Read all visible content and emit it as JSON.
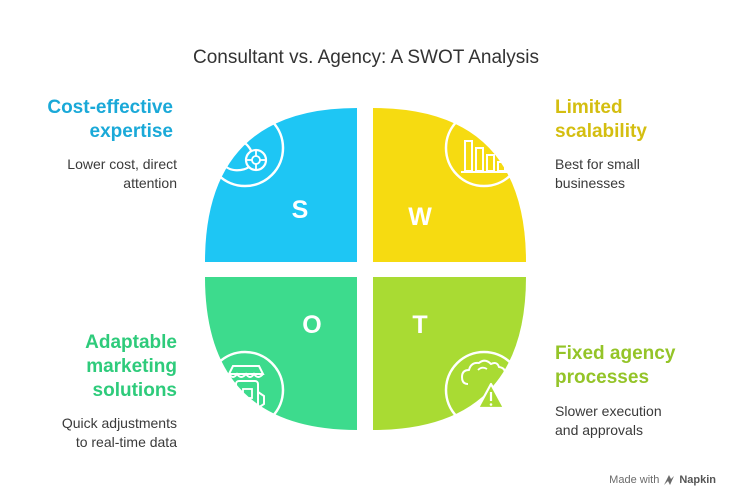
{
  "title": "Consultant vs. Agency: A SWOT Analysis",
  "colors": {
    "strength": "#1EC6F4",
    "weakness": "#F6DB11",
    "opportunity": "#3DDB8D",
    "threat": "#A9DB33",
    "strength_text": "#1AA9D8",
    "weakness_text": "#D4BE10",
    "opportunity_text": "#2ECB7B",
    "threat_text": "#94C428"
  },
  "quadrants": {
    "strength": {
      "letter": "S",
      "heading_line1": "Cost-effective",
      "heading_line2": "expertise",
      "desc_line1": "Lower cost, direct",
      "desc_line2": "attention",
      "icon": "money-bag-icon"
    },
    "weakness": {
      "letter": "W",
      "heading_line1": "Limited",
      "heading_line2": "scalability",
      "desc_line1": "Best for small",
      "desc_line2": "businesses",
      "icon": "declining-chart-icon"
    },
    "opportunity": {
      "letter": "O",
      "heading_line1": "Adaptable",
      "heading_line2": "marketing",
      "heading_line3": "solutions",
      "desc_line1": "Quick adjustments",
      "desc_line2": "to real-time data",
      "icon": "mobile-shop-icon"
    },
    "threat": {
      "letter": "T",
      "heading_line1": "Fixed agency",
      "heading_line2": "processes",
      "desc_line1": "Slower execution",
      "desc_line2": "and approvals",
      "icon": "cloud-warning-icon"
    }
  },
  "footer": {
    "made_with": "Made with",
    "brand": "Napkin"
  }
}
